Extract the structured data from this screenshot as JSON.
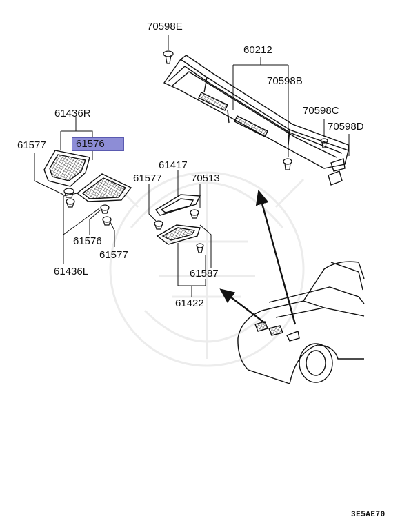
{
  "diagram": {
    "labels": {
      "p70598E": "70598E",
      "p60212": "60212",
      "p70598B": "70598B",
      "p70598C": "70598C",
      "p70598D": "70598D",
      "p61436R": "61436R",
      "p61577_a": "61577",
      "p61576_a": "61576",
      "p61417": "61417",
      "p61577_b": "61577",
      "p70513": "70513",
      "p61576_b": "61576",
      "p61577_c": "61577",
      "p61436L": "61436L",
      "p61587": "61587",
      "p61422": "61422"
    },
    "figure_code": "3E5AE70"
  },
  "colors": {
    "line": "#111111",
    "highlight": "#8d8dd6",
    "watermark": "#ececec"
  }
}
